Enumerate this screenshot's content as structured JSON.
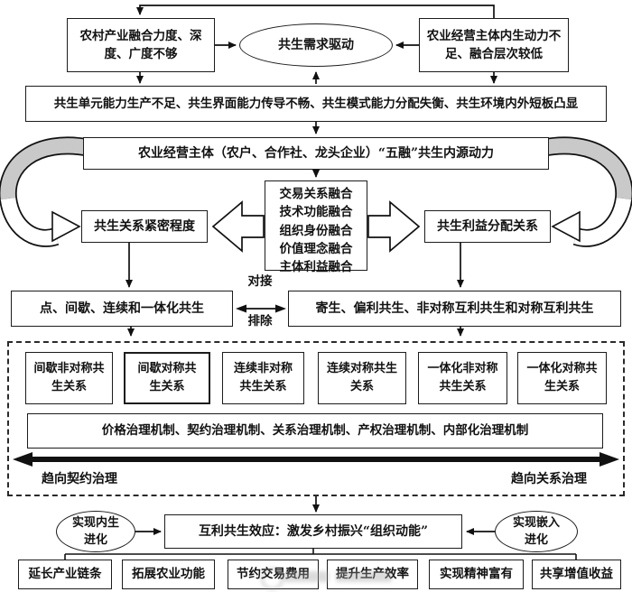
{
  "diagram": {
    "top": {
      "left_box": "农村产业融合力度、深度、广度不够",
      "ellipse": "共生需求驱动",
      "right_box": "农业经营主体内生动力不足、融合层次较低",
      "problem_bar": "共生单元能力生产不足、共生界面能力传导不畅、共生模式能力分配失衡、共生环境内外短板凸显"
    },
    "core": {
      "source_box": "农业经营主体（农户、合作社、龙头企业）“五融”共生内源动力",
      "fusion_items": [
        "交易关系融合",
        "技术功能融合",
        "组织身份融合",
        "价值理念融合",
        "主体利益融合"
      ],
      "left_box": "共生关系紧密程度",
      "right_box": "共生利益分配关系"
    },
    "modes": {
      "left_box": "点、间歇、连续和一体化共生",
      "link_top": "对接",
      "link_bottom": "排除",
      "right_box": "寄生、偏利共生、非对称互利共生和对称互利共生"
    },
    "matrix": {
      "cells": [
        "间歇非对称共生关系",
        "间歇对称共生关系",
        "连续非对称共生关系",
        "连续对称共生关系",
        "一体化非对称共生关系",
        "一体化对称共生关系"
      ],
      "governance_bar": "价格治理机制、契约治理机制、关系治理机制、产权治理机制、内部化治理机制",
      "spectrum_left": "趋向契约治理",
      "spectrum_right": "趋向关系治理"
    },
    "outcome": {
      "left_ellipse": "实现内生进化",
      "effect_box": "互利共生效应：激发乡村振兴“组织动能”",
      "right_ellipse": "实现嵌入进化",
      "benefits": [
        "延长产业链条",
        "拓展农业功能",
        "节约交易费用",
        "提升生产效率",
        "实现精神富有",
        "共享增值收益"
      ]
    }
  }
}
